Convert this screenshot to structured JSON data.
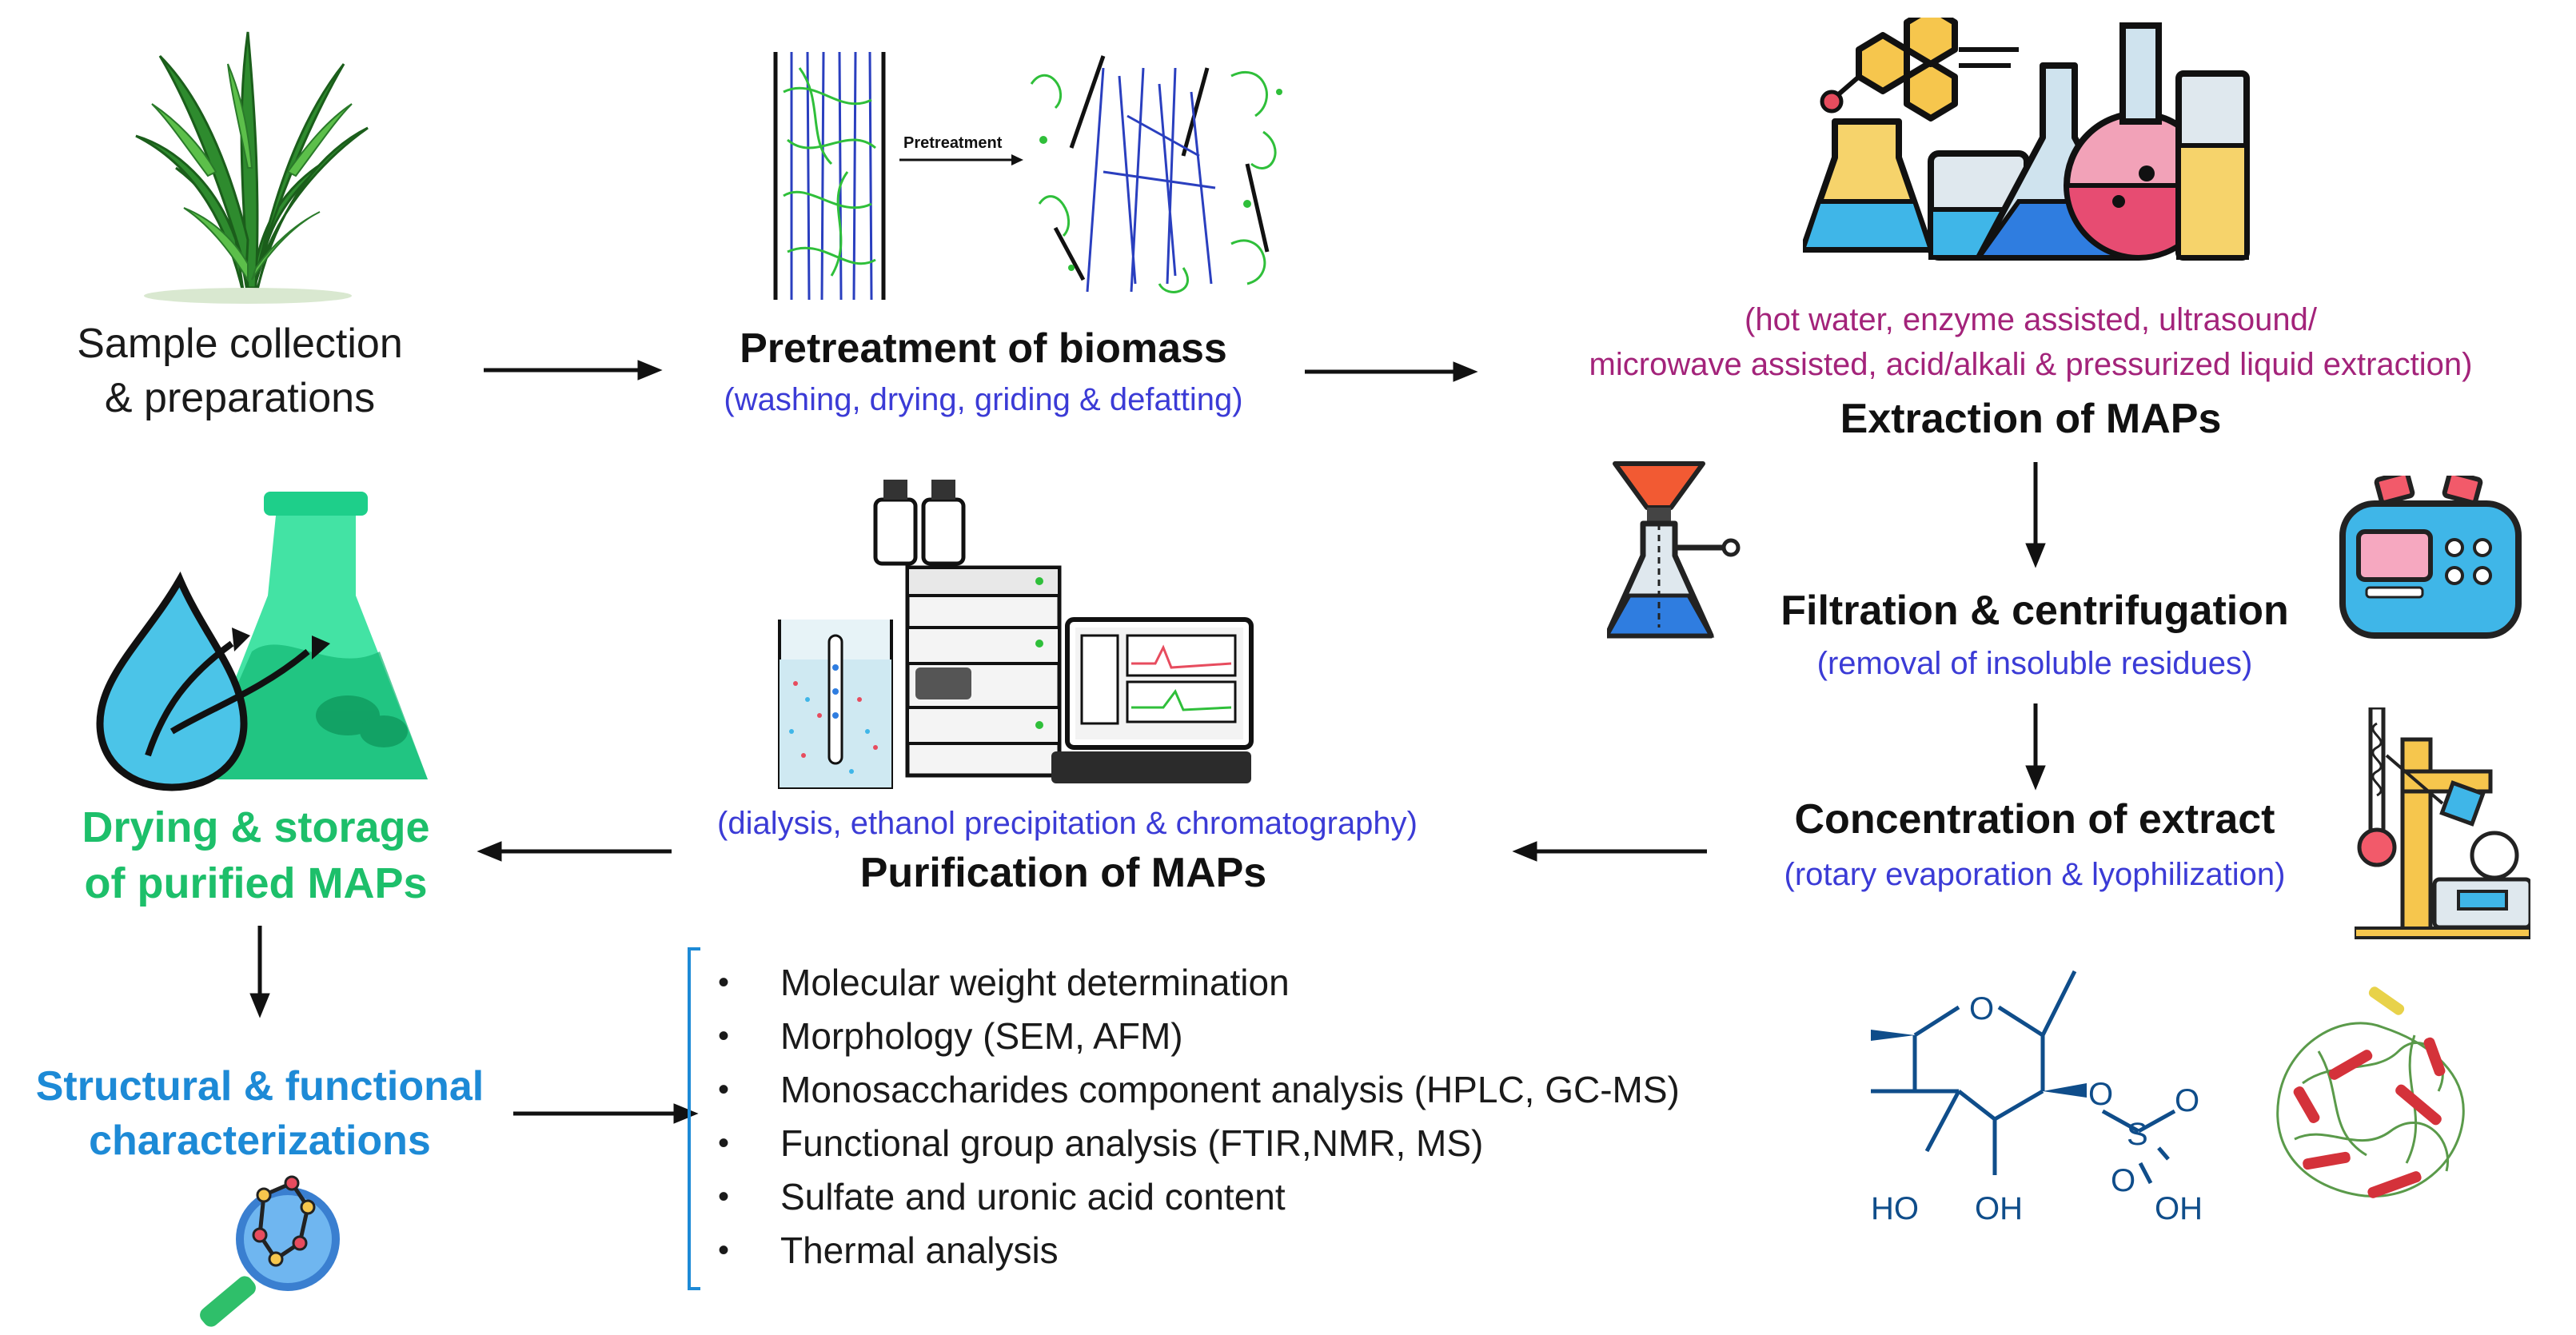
{
  "steps": {
    "sample": {
      "line1": "Sample collection",
      "line2": "& preparations"
    },
    "pretreatment": {
      "title": "Pretreatment of biomass",
      "detail": "(washing, drying, griding & defatting)",
      "diagram_label": "Pretreatment"
    },
    "extraction": {
      "methods_line1": "(hot water, enzyme assisted, ultrasound/",
      "methods_line2": "microwave assisted, acid/alkali & pressurized liquid extraction)",
      "title": "Extraction of MAPs"
    },
    "filtration": {
      "title": "Filtration & centrifugation",
      "detail": "(removal of insoluble residues)"
    },
    "concentration": {
      "title": "Concentration of extract",
      "detail": "(rotary evaporation & lyophilization)"
    },
    "purification": {
      "detail": "(dialysis, ethanol precipitation & chromatography)",
      "title": "Purification of MAPs"
    },
    "drying": {
      "line1": "Drying  & storage",
      "line2": "of purified MAPs"
    },
    "characterization": {
      "line1": "Structural & functional",
      "line2": "characterizations"
    }
  },
  "analyses": [
    "Molecular weight determination",
    "Morphology (SEM, AFM)",
    "Monosaccharides component analysis (HPLC, GC-MS)",
    "Functional group analysis (FTIR,NMR, MS)",
    "Sulfate and uronic acid content",
    "Thermal analysis"
  ],
  "molecule": {
    "o_ring": "O",
    "o_link": "O",
    "s": "S",
    "o_right": "O",
    "o_bottom": "O",
    "ho": "HO",
    "oh1": "OH",
    "oh2": "OH"
  },
  "colors": {
    "blue_text": "#3b3bd6",
    "purple_text": "#a3237a",
    "green_text": "#1dbf6a",
    "cyan_text": "#1d8ad6",
    "molecule": "#0f4d8a"
  }
}
